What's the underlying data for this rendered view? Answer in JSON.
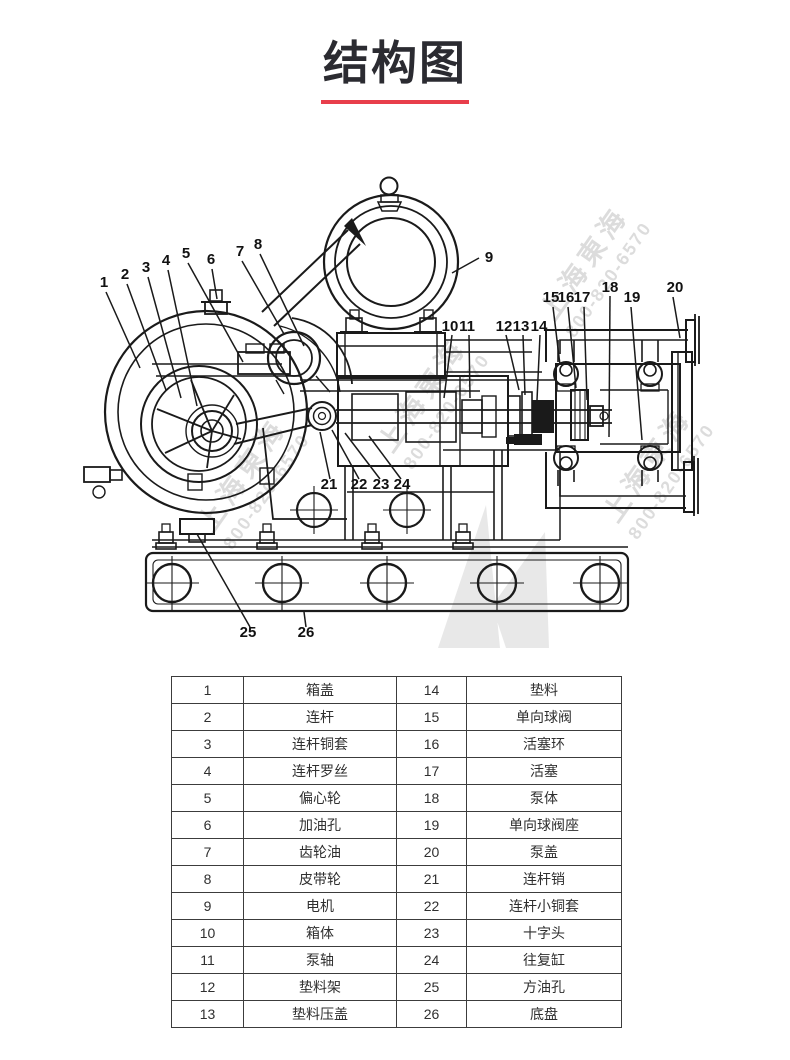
{
  "title": {
    "text": "结构图"
  },
  "accent_color": "#e83e4b",
  "watermark": {
    "brand": "上海東海",
    "phone": "800-820-6570"
  },
  "diagram": {
    "description": "reciprocating-pump-cross-section",
    "callouts": {
      "c1": "1",
      "c2": "2",
      "c3": "3",
      "c4": "4",
      "c5": "5",
      "c6": "6",
      "c7": "7",
      "c8": "8",
      "c9": "9",
      "c10": "10",
      "c11": "11",
      "c12": "12",
      "c13": "13",
      "c14": "14",
      "c15": "15",
      "c16": "16",
      "c17": "17",
      "c18": "18",
      "c19": "19",
      "c20": "20",
      "c21": "21",
      "c22": "22",
      "c23": "23",
      "c24": "24",
      "c25": "25",
      "c26": "26"
    }
  },
  "table": {
    "rows": [
      [
        "1",
        "箱盖",
        "14",
        "垫料"
      ],
      [
        "2",
        "连杆",
        "15",
        "单向球阀"
      ],
      [
        "3",
        "连杆铜套",
        "16",
        "活塞环"
      ],
      [
        "4",
        "连杆罗丝",
        "17",
        "活塞"
      ],
      [
        "5",
        "偏心轮",
        "18",
        "泵体"
      ],
      [
        "6",
        "加油孔",
        "19",
        "单向球阀座"
      ],
      [
        "7",
        "齿轮油",
        "20",
        "泵盖"
      ],
      [
        "8",
        "皮带轮",
        "21",
        "连杆销"
      ],
      [
        "9",
        "电机",
        "22",
        "连杆小铜套"
      ],
      [
        "10",
        "箱体",
        "23",
        "十字头"
      ],
      [
        "11",
        "泵轴",
        "24",
        "往复缸"
      ],
      [
        "12",
        "垫料架",
        "25",
        "方油孔"
      ],
      [
        "13",
        "垫料压盖",
        "26",
        "底盘"
      ]
    ]
  }
}
